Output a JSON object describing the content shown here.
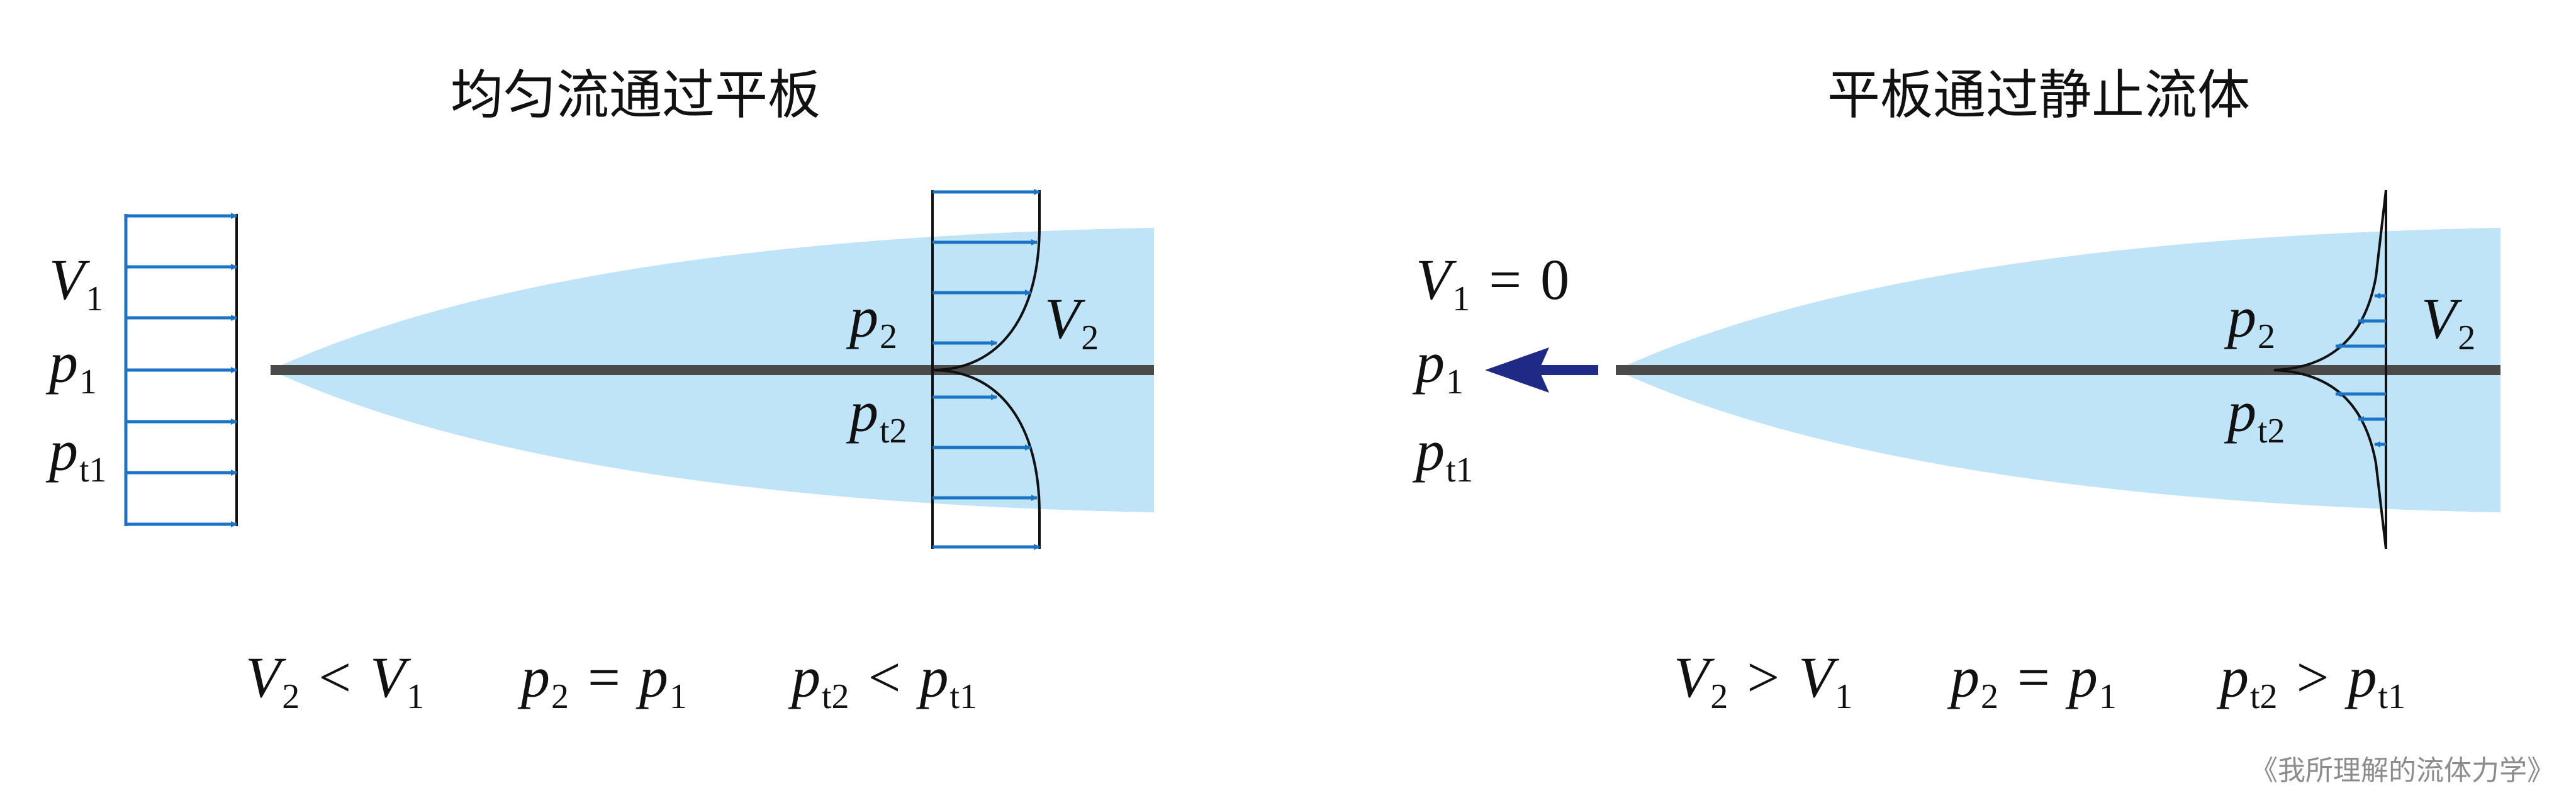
{
  "titles": {
    "left": "均匀流通过平板",
    "right": "平板通过静止流体"
  },
  "labels": {
    "V": "V",
    "p": "p",
    "sub1": "1",
    "sub2": "2",
    "subt1": "t1",
    "subt2": "t2",
    "eq": "=",
    "lt": "<",
    "gt": ">",
    "zero": "0"
  },
  "watermark": "《我所理解的流体力学》",
  "colors": {
    "boundary_layer": "#bfe3f7",
    "arrow_blue": "#1a73c4",
    "plate": "#4a4a4a",
    "move_arrow": "#1f2a86"
  }
}
